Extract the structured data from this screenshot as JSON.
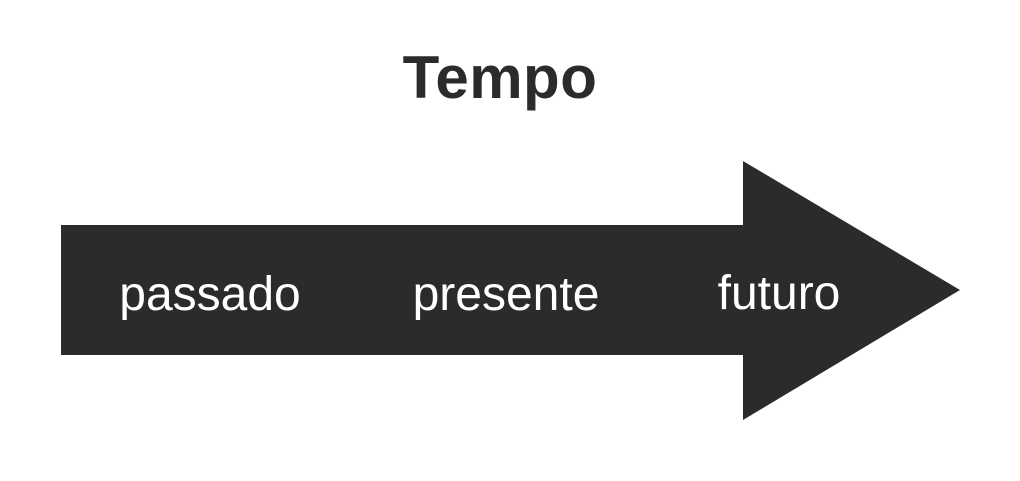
{
  "title": "Tempo",
  "arrow": {
    "color": "#2b2b2b",
    "direction": "right",
    "labels": [
      "passado",
      "presente",
      "futuro"
    ]
  }
}
